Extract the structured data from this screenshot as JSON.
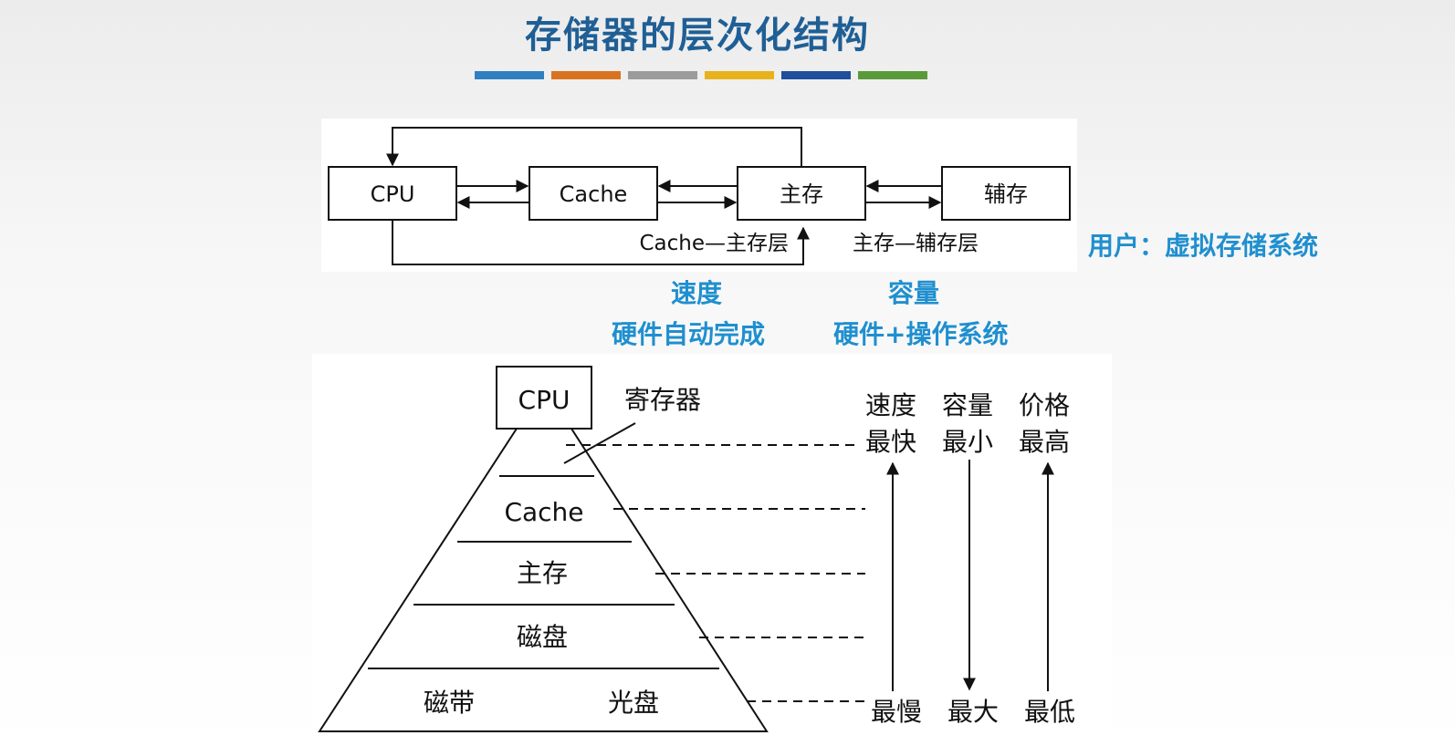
{
  "title": "存储器的层次化结构",
  "color_bars": [
    "#2f7fc1",
    "#d9731f",
    "#9b9b9b",
    "#e8b21c",
    "#1f4f9c",
    "#5a9a3a"
  ],
  "top_diagram": {
    "cpu": "CPU",
    "cache": "Cache",
    "main_memory": "主存",
    "aux_memory": "辅存",
    "cache_layer_label": "Cache—主存层",
    "aux_layer_label": "主存—辅存层"
  },
  "annotations": {
    "user_virtual": "用户：虚拟存储系统",
    "speed": "速度",
    "hardware_auto": "硬件自动完成",
    "capacity": "容量",
    "hardware_os": "硬件+操作系统"
  },
  "pyramid": {
    "cpu": "CPU",
    "register": "寄存器",
    "cache": "Cache",
    "main_memory": "主存",
    "disk": "磁盘",
    "tape": "磁带",
    "optical": "光盘"
  },
  "scales": {
    "speed": {
      "header": "速度",
      "top": "最快",
      "bottom": "最慢"
    },
    "capacity": {
      "header": "容量",
      "top": "最小",
      "bottom": "最大"
    },
    "price": {
      "header": "价格",
      "top": "最高",
      "bottom": "最低"
    }
  }
}
